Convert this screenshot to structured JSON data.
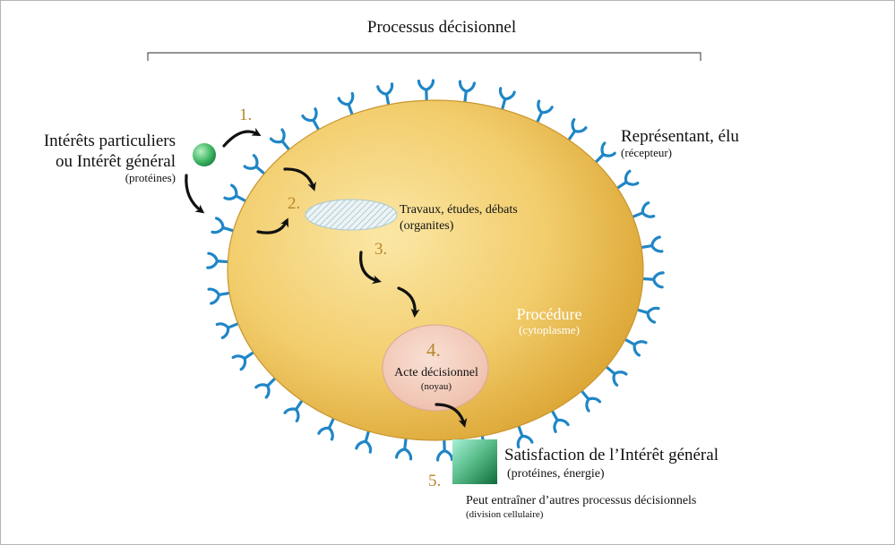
{
  "title": "Processus décisionnel",
  "input": {
    "label_line1": "Intérêts particuliers",
    "label_line2": "ou Intérêt général",
    "sub": "(protéines)"
  },
  "receptor": {
    "label": "Représentant, élu",
    "sub": "(récepteur)"
  },
  "organelle": {
    "label": "Travaux, études, débats",
    "sub": "(organites)"
  },
  "cytoplasm": {
    "label": "Procédure",
    "sub": "(cytoplasme)"
  },
  "nucleus": {
    "label": "Acte décisionnel",
    "sub": "(noyau)"
  },
  "output": {
    "label": "Satisfaction de l’Intérêt général",
    "sub": "(protéines, énergie)",
    "note": "Peut entraîner d’autres processus décisionnels",
    "note_sub": "(division cellulaire)"
  },
  "steps": [
    "1.",
    "2.",
    "3.",
    "4.",
    "5."
  ],
  "colors": {
    "cell_light": "#f6dc8f",
    "cell_dark": "#d9a12e",
    "receptor": "#1f86c6",
    "step_number": "#b8862c",
    "nucleus": "#f4cfc0",
    "protein": "#2fa85a",
    "text": "#111111"
  }
}
